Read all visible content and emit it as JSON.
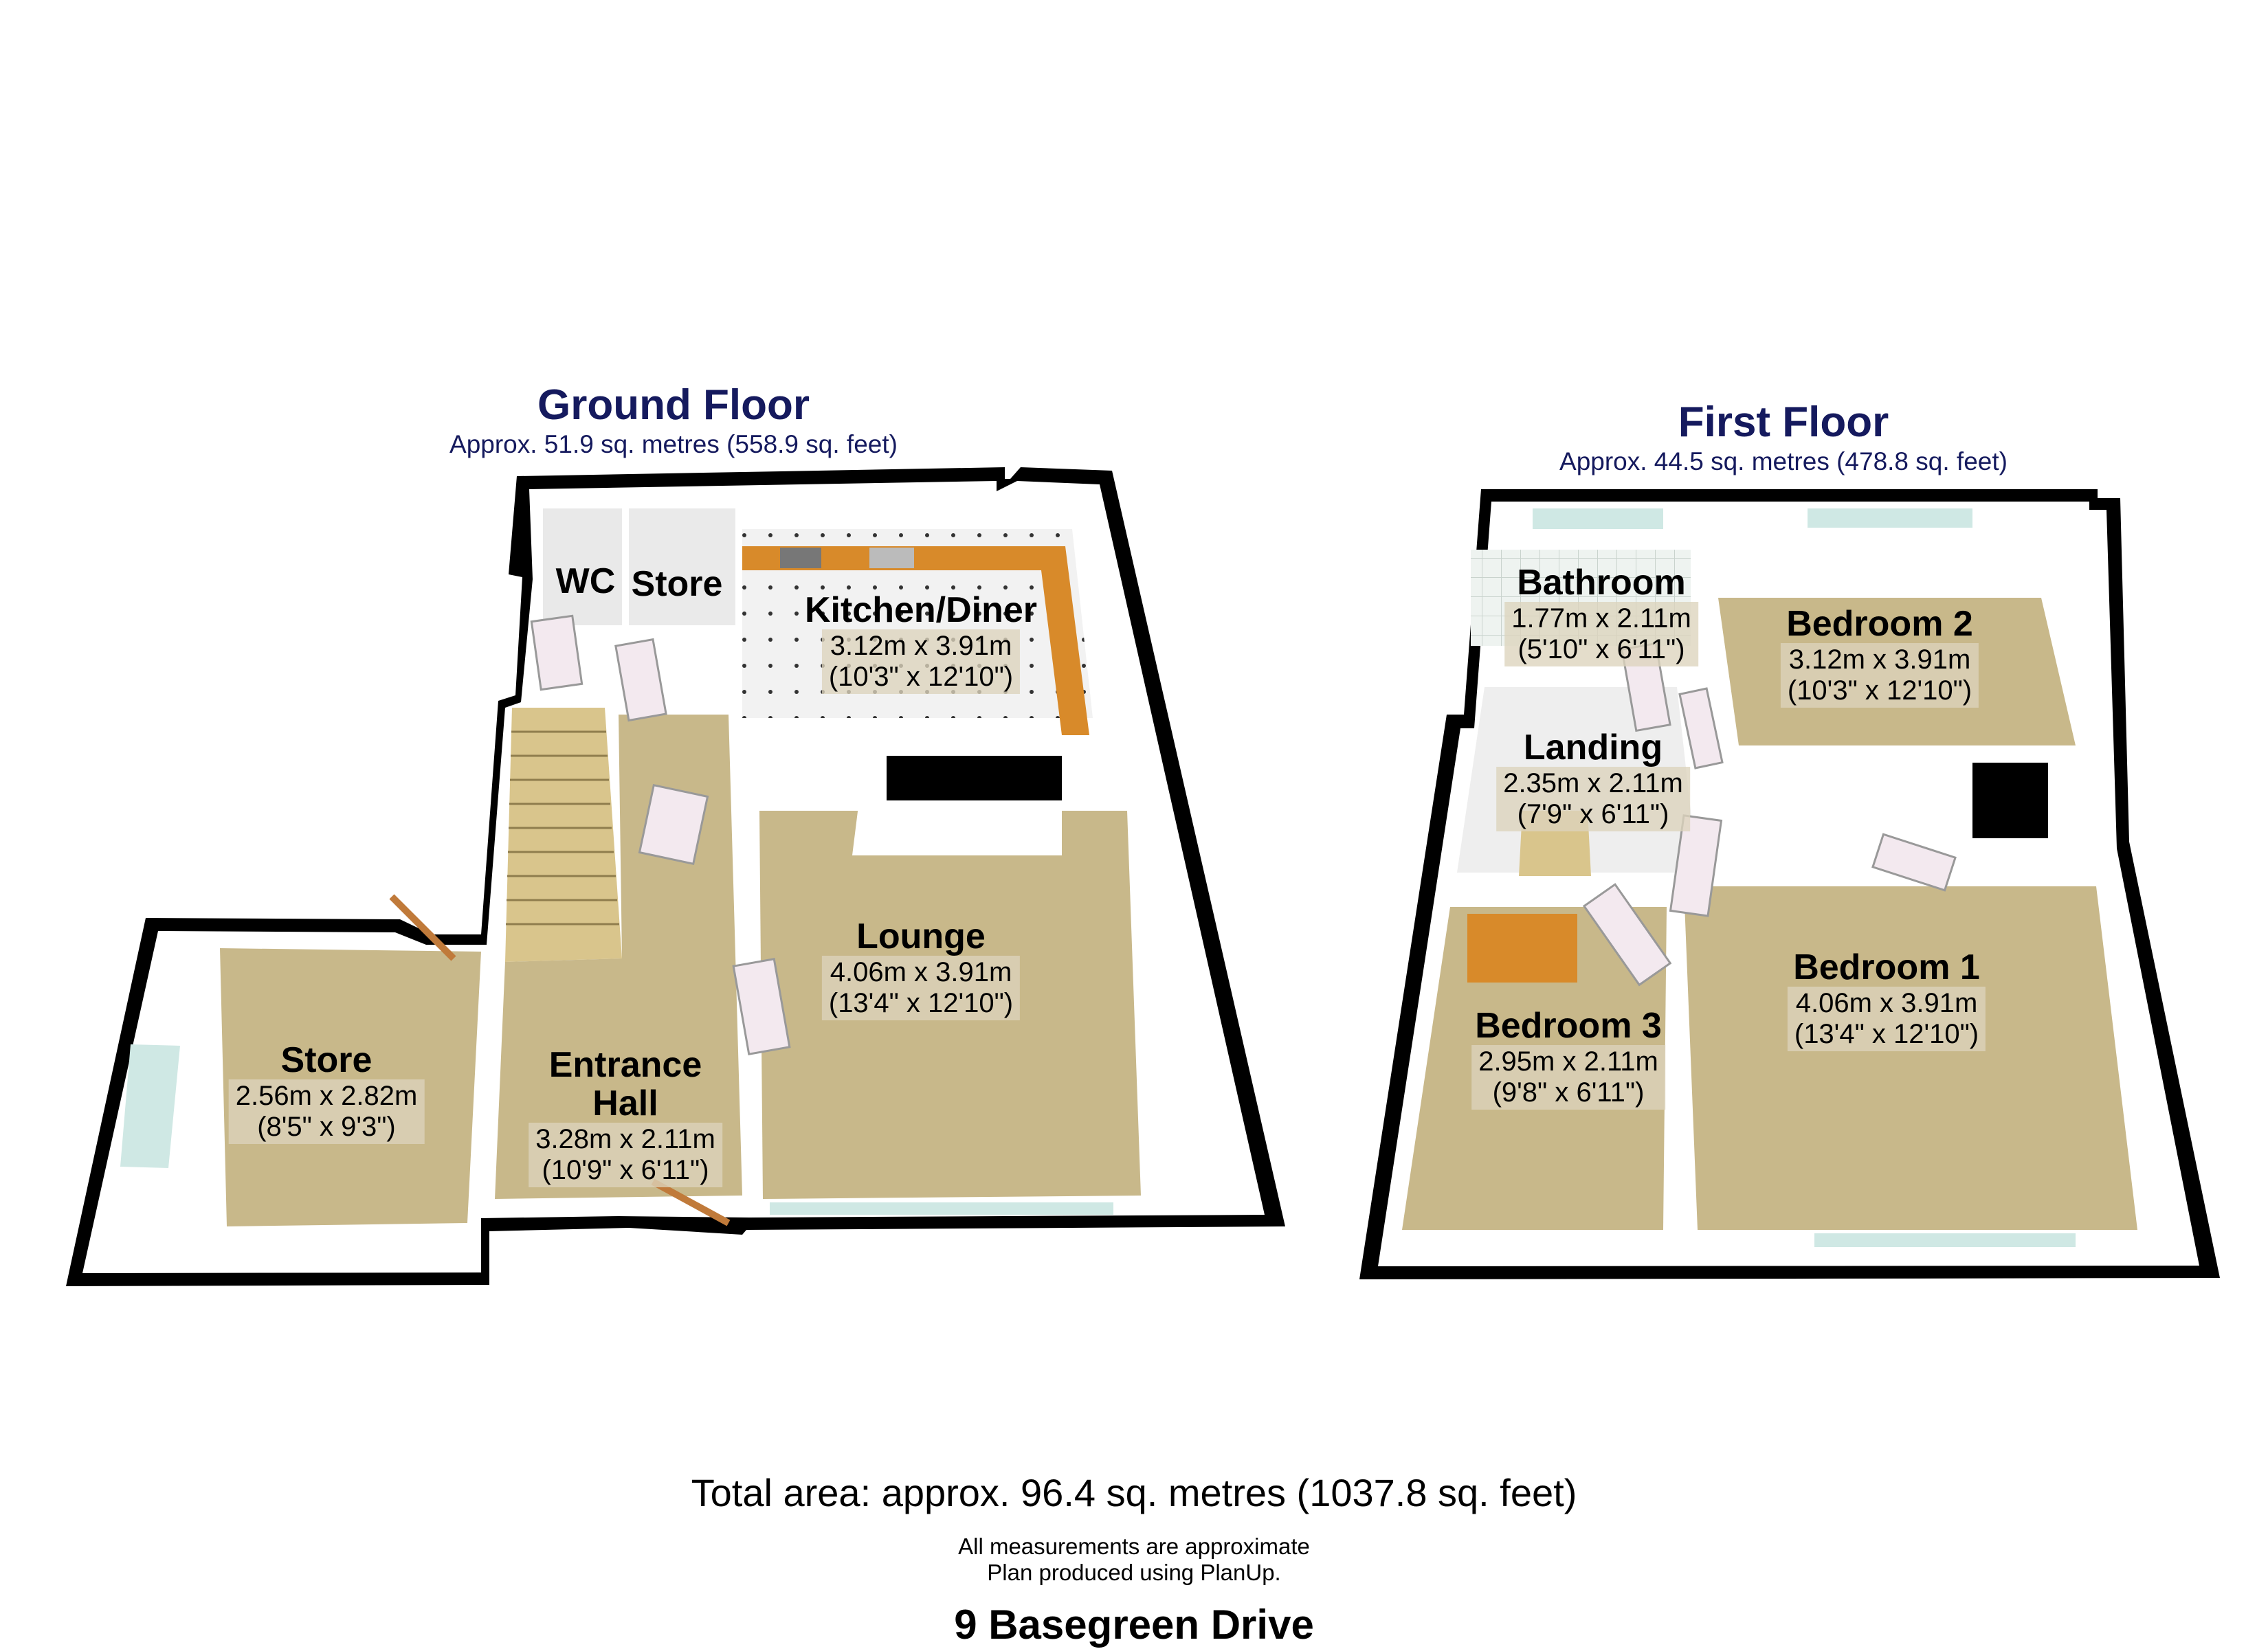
{
  "floors": {
    "ground": {
      "title": "Ground Floor",
      "area": "Approx. 51.9 sq. metres (558.9 sq. feet)"
    },
    "first": {
      "title": "First Floor",
      "area": "Approx. 44.5 sq. metres (478.8 sq. feet)"
    }
  },
  "rooms": {
    "wc": {
      "name": "WC"
    },
    "store_small": {
      "name": "Store"
    },
    "kitchen": {
      "name": "Kitchen/Diner",
      "metric": "3.12m x 3.91m",
      "imperial": "(10'3\" x 12'10\")"
    },
    "lounge": {
      "name": "Lounge",
      "metric": "4.06m x 3.91m",
      "imperial": "(13'4\" x 12'10\")"
    },
    "store": {
      "name": "Store",
      "metric": "2.56m x 2.82m",
      "imperial": "(8'5\" x 9'3\")"
    },
    "hall": {
      "name": "Entrance Hall",
      "name_line1": "Entrance",
      "name_line2": "Hall",
      "metric": "3.28m x 2.11m",
      "imperial": "(10'9\" x 6'11\")"
    },
    "bathroom": {
      "name": "Bathroom",
      "metric": "1.77m x 2.11m",
      "imperial": "(5'10\" x 6'11\")"
    },
    "bedroom2": {
      "name": "Bedroom 2",
      "metric": "3.12m x 3.91m",
      "imperial": "(10'3\" x 12'10\")"
    },
    "landing": {
      "name": "Landing",
      "metric": "2.35m x 2.11m",
      "imperial": "(7'9\" x 6'11\")"
    },
    "bedroom1": {
      "name": "Bedroom 1",
      "metric": "4.06m x 3.91m",
      "imperial": "(13'4\" x 12'10\")"
    },
    "bedroom3": {
      "name": "Bedroom 3",
      "metric": "2.95m x 2.11m",
      "imperial": "(9'8\" x 6'11\")"
    }
  },
  "footer": {
    "total_area": "Total area: approx. 96.4 sq. metres (1037.8 sq. feet)",
    "note_measurements": "All measurements are approximate",
    "note_produced": "Plan produced using PlanUp.",
    "address": "9 Basegreen Drive"
  },
  "colors": {
    "wall": "#000000",
    "wall_inner": "#ffffff",
    "carpet": "#c8b88a",
    "kitchen_floor": "#f2f2f2",
    "worktop": "#d88a2a",
    "stairs": "#d9c58c",
    "bath_tile": "#e6ece8",
    "window": "#cfe8e4",
    "door": "#f3e9ef",
    "title": "#151a5e"
  }
}
